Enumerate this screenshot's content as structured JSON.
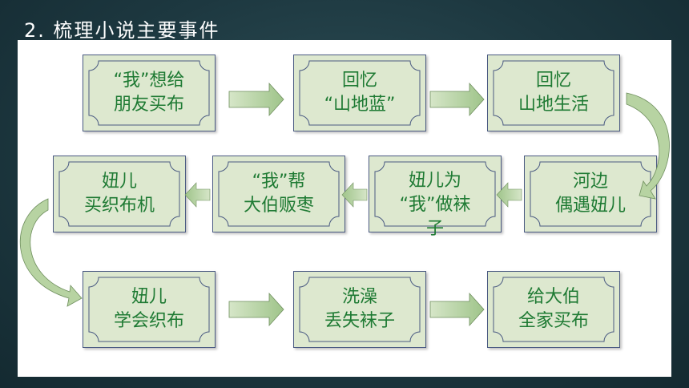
{
  "title": "2. 梳理小说主要事件",
  "events": [
    "“我”想给\n朋友买布",
    "回忆\n“山地蓝”",
    "回忆\n山地生活",
    "河边\n偶遇妞儿",
    "妞儿为\n“我”做袜\n子",
    "“我”帮\n大伯贩枣",
    "妞儿\n买织布机",
    "妞儿\n学会织布",
    "洗澡\n丢失袜子",
    "给大伯\n全家买布"
  ],
  "colors": {
    "box_fill": "#dde8cf",
    "box_border": "#4a5a82",
    "text": "#1e7a33",
    "arrow": "#b7d3a2"
  }
}
